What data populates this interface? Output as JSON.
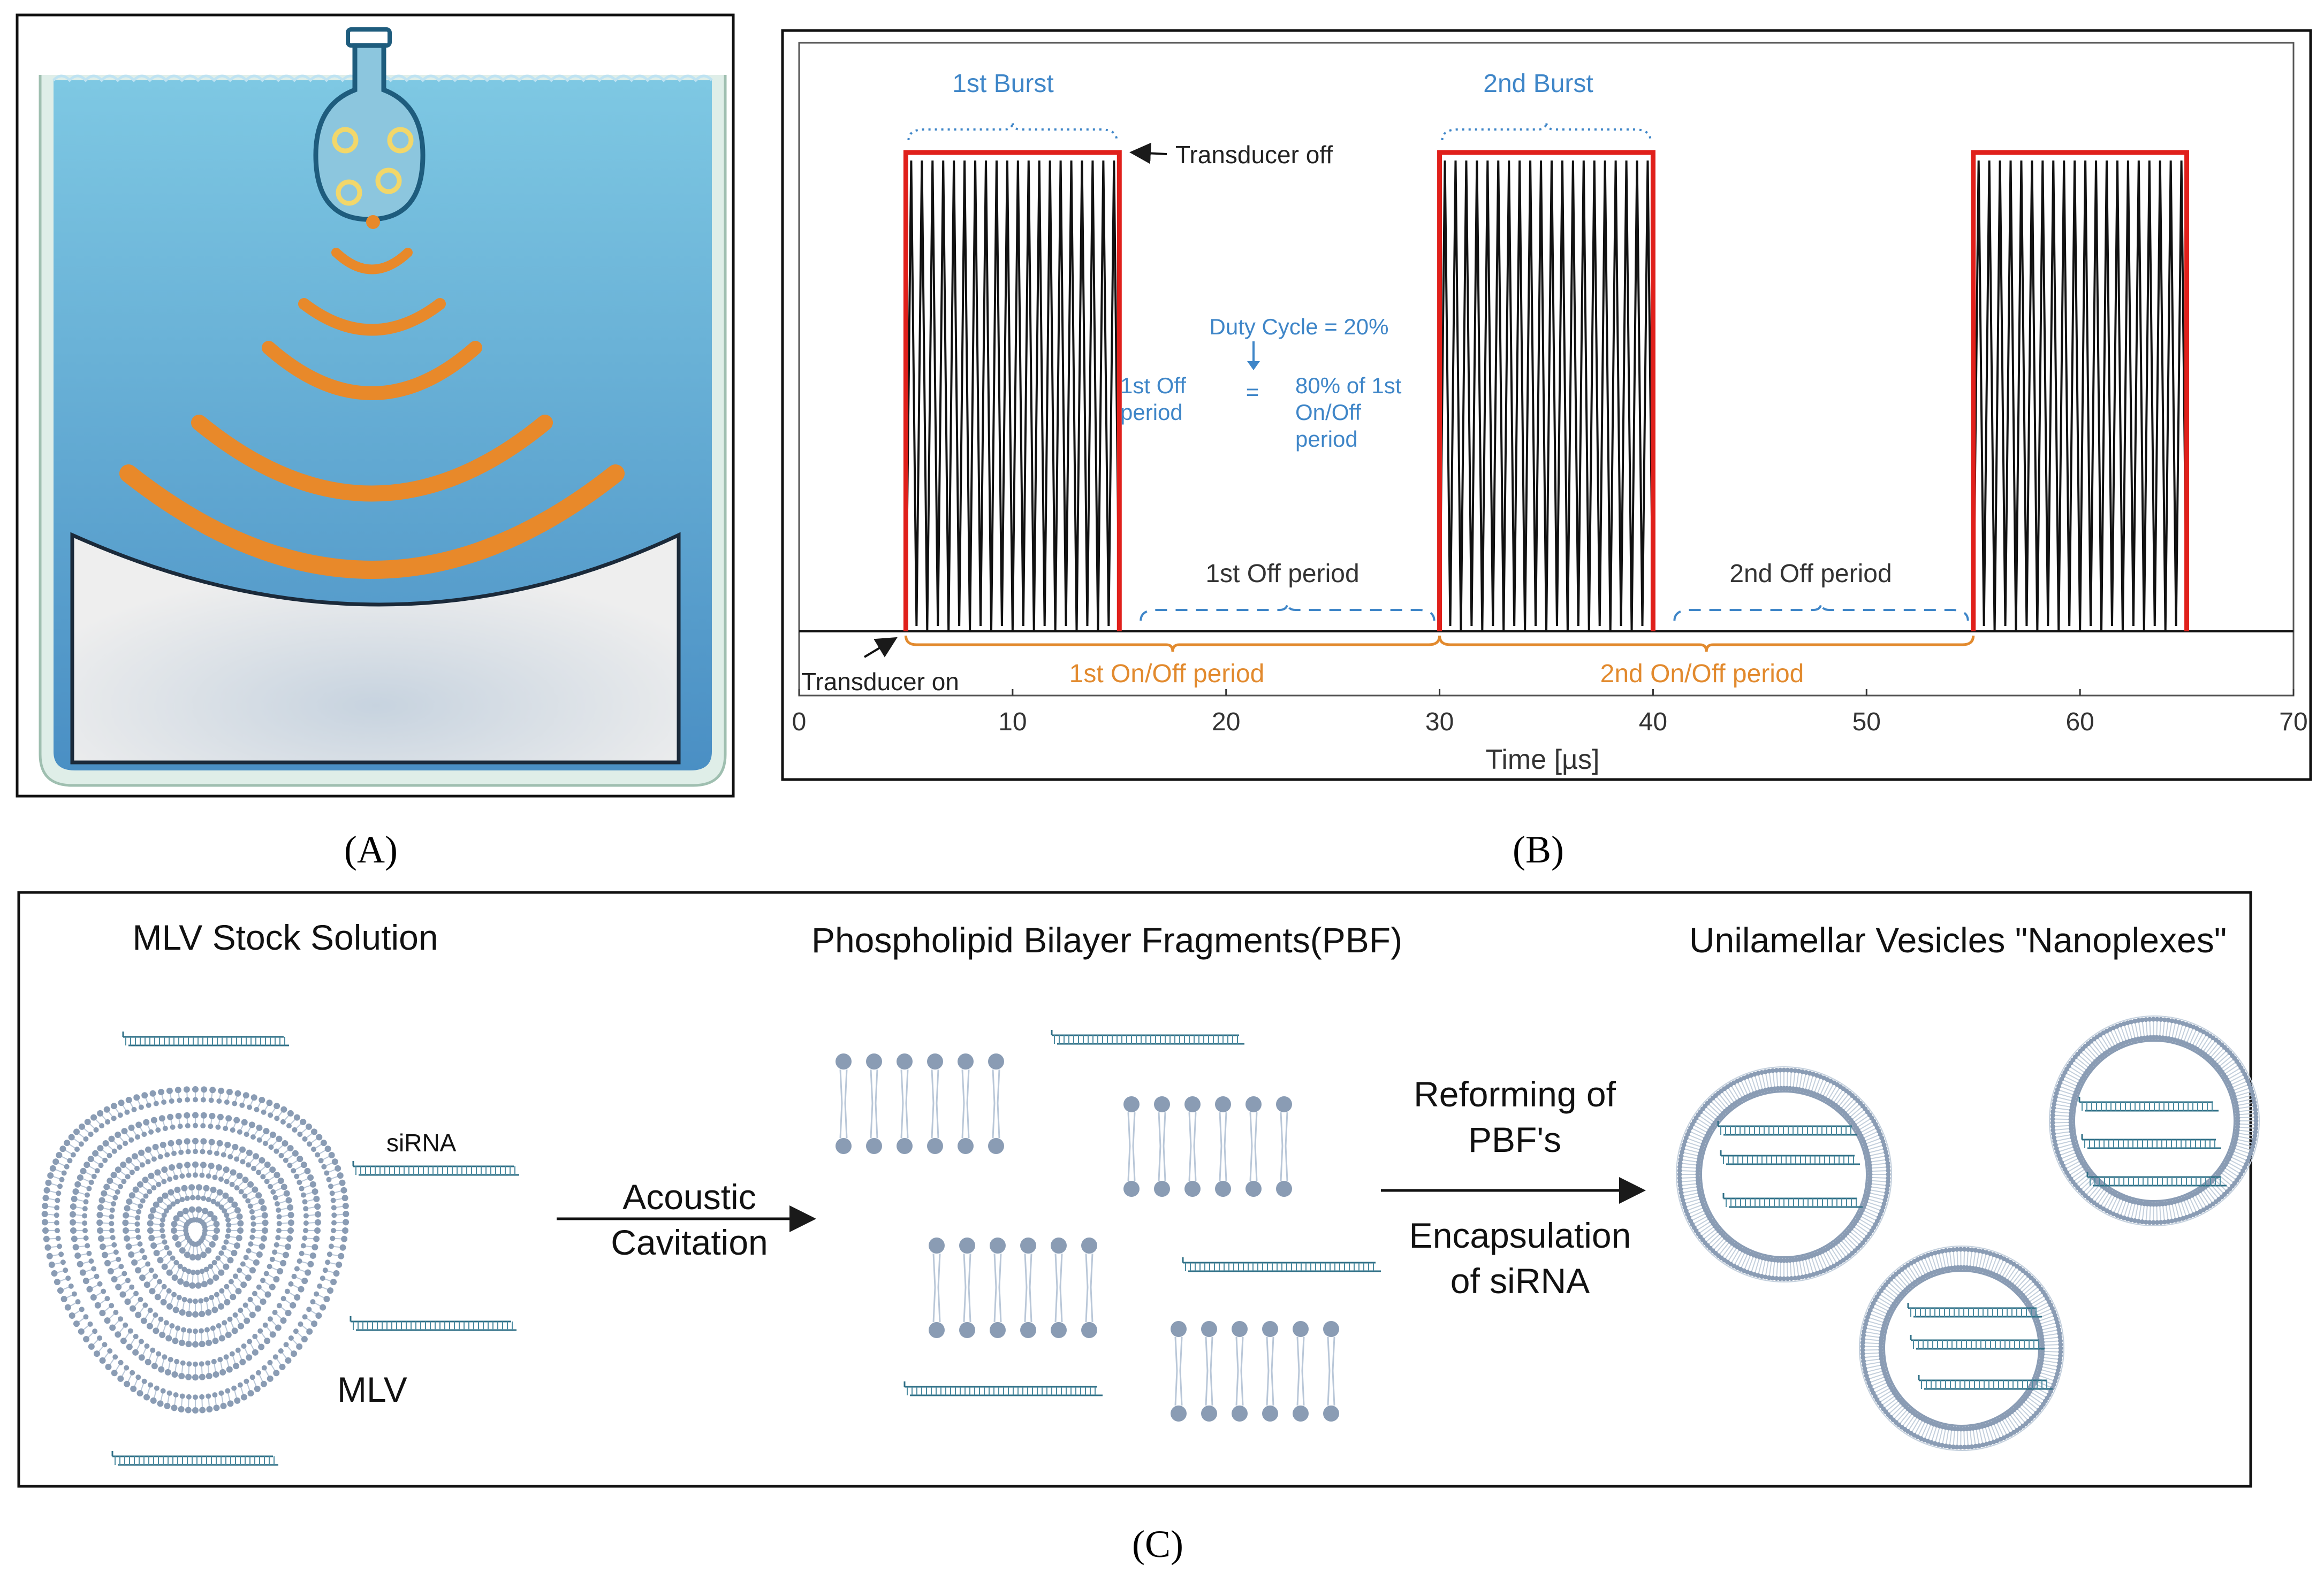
{
  "panel_labels": {
    "a": "(A)",
    "b": "(B)",
    "c": "(C)"
  },
  "colors": {
    "water_top": "#7ec8e3",
    "water_bottom": "#4a8fc4",
    "wave_orange": "#e8892a",
    "envelope_red": "#e0201b",
    "annotation_blue": "#3f86c8",
    "period_orange": "#e28a2e",
    "lipid_gray": "#8a9cb4",
    "sirna_teal": "#2f6f86"
  },
  "panel_a": {
    "icon": "ultrasonic-bath-with-flask"
  },
  "chart_data": {
    "type": "line",
    "xlabel": "Time [µs]",
    "xlim": [
      0,
      70
    ],
    "x_ticks": [
      0,
      10,
      20,
      30,
      40,
      50,
      60,
      70
    ],
    "bursts": [
      {
        "on": 5,
        "off": 15,
        "cycles": 10
      },
      {
        "on": 30,
        "off": 40,
        "cycles": 10
      },
      {
        "on": 55,
        "off": 65,
        "cycles": 10
      }
    ],
    "annotations": {
      "burst1": "1st Burst",
      "burst2": "2nd Burst",
      "transducer_off": "Transducer off",
      "transducer_on": "Transducer on",
      "duty_cycle": "Duty Cycle = 20%",
      "first_off_a": "1st Off",
      "first_off_b": "period",
      "equals": "=",
      "pct_a": "80% of 1st",
      "pct_b": "On/Off",
      "pct_c": "period",
      "off1": "1st Off period",
      "off2": "2nd Off period",
      "onoff1": "1st On/Off period",
      "onoff2": "2nd On/Off period"
    }
  },
  "panel_c": {
    "titles": {
      "mlv_stock": "MLV Stock Solution",
      "pbf": "Phospholipid Bilayer Fragments(PBF)",
      "nanoplexes": "Unilamellar Vesicles \"Nanoplexes\""
    },
    "labels": {
      "sirna": "siRNA",
      "mlv": "MLV",
      "acoustic_1": "Acoustic",
      "acoustic_2": "Cavitation",
      "reform_1": "Reforming of",
      "reform_2": "PBF's",
      "encap_1": "Encapsulation",
      "encap_2": "of siRNA"
    }
  }
}
